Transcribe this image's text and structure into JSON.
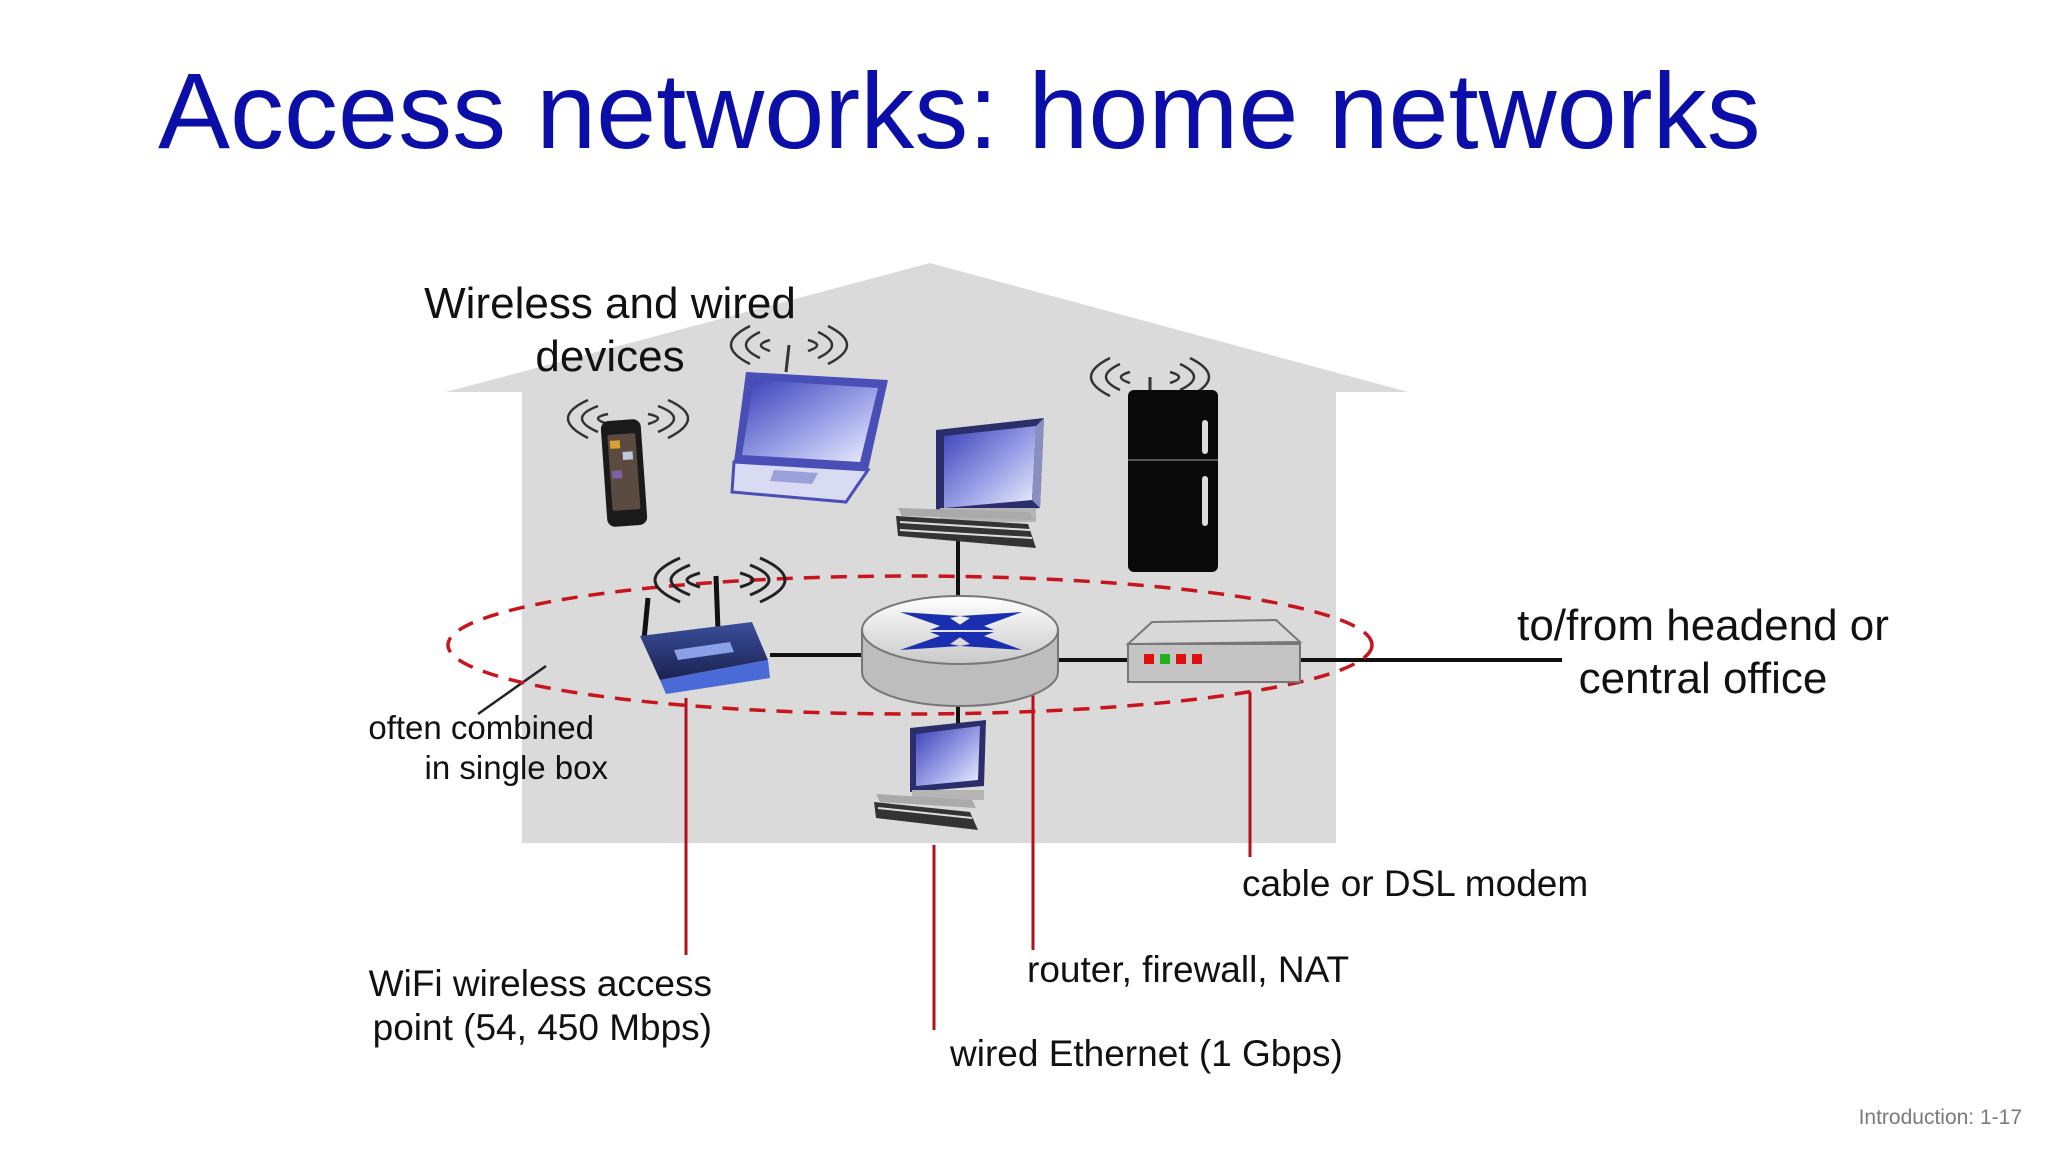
{
  "slide": {
    "title": "Access networks: home networks",
    "footer": "Introduction: 1-17"
  },
  "labels": {
    "devices": [
      "Wireless and wired",
      "devices"
    ],
    "headend": [
      "to/from headend or",
      "central office"
    ],
    "combined": [
      "often combined",
      "in single box"
    ],
    "modem": "cable or DSL modem",
    "router": "router, firewall, NAT",
    "wifi": [
      "WiFi wireless access",
      "point (54, 450 Mbps)"
    ],
    "ethernet": "wired Ethernet (1 Gbps)"
  },
  "colors": {
    "title": "#0b0fa8",
    "house": "#dadada",
    "callout_line": "#b3121b",
    "dashed_ellipse": "#c8151d",
    "router_arrow": "#1a2fb0",
    "modem_led_red": "#e01010",
    "modem_led_green": "#22b020"
  },
  "icons": [
    "phone-icon",
    "laptop-icon",
    "desktop-computer-icon",
    "refrigerator-icon",
    "wireless-router-icon",
    "router-icon",
    "modem-icon",
    "wifi-signal-icon"
  ]
}
